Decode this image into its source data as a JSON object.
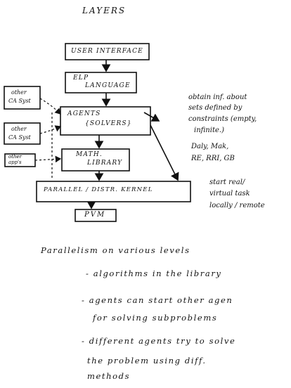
{
  "title": "LAYERS",
  "boxes": {
    "user_interface": "USER INTERFACE",
    "elp_1": "ELP",
    "elp_2": "LANGUAGE",
    "agents_1": "AGENTS",
    "agents_2": "{SOLVERS}",
    "math_1": "MATH.",
    "math_2": "LIBRARY",
    "kernel": "PARALLEL / DISTR.   KERNEL",
    "pvm": "PVM"
  },
  "side_boxes": {
    "other_ca_1_a": "other",
    "other_ca_1_b": "CA Syst",
    "other_ca_2_a": "other",
    "other_ca_2_b": "CA Syst",
    "other_apps_a": "other",
    "other_apps_b": "app's"
  },
  "right_notes": {
    "line1": "obtain inf. about",
    "line2": "sets defined by",
    "line3": "constraints (empty,",
    "line4": "infinite.)",
    "line5": "Daly, Mak,",
    "line6": "RE, RRI, GB",
    "line7": "start real/",
    "line8": "virtual task",
    "line9": "locally / remote"
  },
  "parallelism": {
    "heading": "Parallelism   on   various   levels",
    "item1": "-  algorithms   in   the   library",
    "item2_a": "-   agents   can  start  other  agen",
    "item2_b": "for  solving  subproblems",
    "item3_a": "-  different   agents   try   to  solve",
    "item3_b": "the  problem   using   diff.",
    "item3_c": "methods"
  }
}
